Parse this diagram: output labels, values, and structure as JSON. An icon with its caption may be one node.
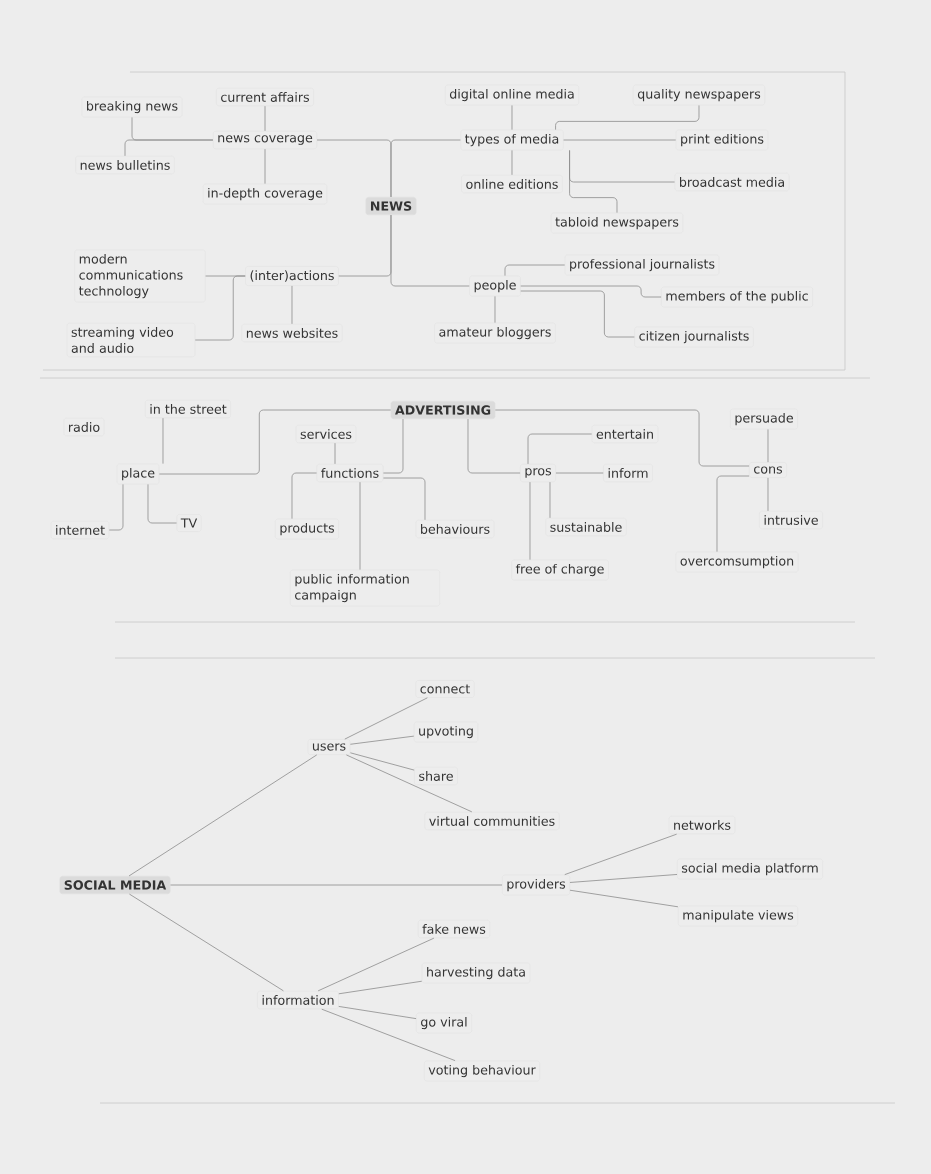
{
  "diagram": {
    "nodes": [
      {
        "text": [
          "NEWS"
        ]
      },
      {
        "text": [
          "news coverage"
        ]
      },
      {
        "text": [
          "breaking news"
        ]
      },
      {
        "text": [
          "current affairs"
        ]
      },
      {
        "text": [
          "news bulletins"
        ]
      },
      {
        "text": [
          "in-depth coverage"
        ]
      },
      {
        "text": [
          "(inter)actions"
        ]
      },
      {
        "text": [
          "modern communications technology"
        ]
      },
      {
        "text": [
          "streaming video and audio"
        ]
      },
      {
        "text": [
          "news websites"
        ]
      },
      {
        "text": [
          "types of media"
        ]
      },
      {
        "text": [
          "digital online media"
        ]
      },
      {
        "text": [
          "quality newspapers"
        ]
      },
      {
        "text": [
          "print editions"
        ]
      },
      {
        "text": [
          "broadcast media"
        ]
      },
      {
        "text": [
          "online editions"
        ]
      },
      {
        "text": [
          "tabloid newspapers"
        ]
      },
      {
        "text": [
          "people"
        ]
      },
      {
        "text": [
          "professional journalists"
        ]
      },
      {
        "text": [
          "members of the public"
        ]
      },
      {
        "text": [
          "amateur bloggers"
        ]
      },
      {
        "text": [
          "citizen journalists"
        ]
      },
      {
        "text": [
          "ADVERTISING"
        ]
      },
      {
        "text": [
          "place"
        ]
      },
      {
        "text": [
          "in the street"
        ]
      },
      {
        "text": [
          "radio"
        ]
      },
      {
        "text": [
          "internet"
        ]
      },
      {
        "text": [
          "TV"
        ]
      },
      {
        "text": [
          "functions"
        ]
      },
      {
        "text": [
          "services"
        ]
      },
      {
        "text": [
          "products"
        ]
      },
      {
        "text": [
          "behaviours"
        ]
      },
      {
        "text": [
          "public information campaign"
        ]
      },
      {
        "text": [
          "pros"
        ]
      },
      {
        "text": [
          "entertain"
        ]
      },
      {
        "text": [
          "inform"
        ]
      },
      {
        "text": [
          "sustainable"
        ]
      },
      {
        "text": [
          "free of charge"
        ]
      },
      {
        "text": [
          "cons"
        ]
      },
      {
        "text": [
          "persuade"
        ]
      },
      {
        "text": [
          "intrusive"
        ]
      },
      {
        "text": [
          "overcomsumption"
        ]
      },
      {
        "text": [
          "SOCIAL MEDIA"
        ]
      },
      {
        "text": [
          "users"
        ]
      },
      {
        "text": [
          "connect"
        ]
      },
      {
        "text": [
          "upvoting"
        ]
      },
      {
        "text": [
          "share"
        ]
      },
      {
        "text": [
          "virtual communities"
        ]
      },
      {
        "text": [
          "providers"
        ]
      },
      {
        "text": [
          "networks"
        ]
      },
      {
        "text": [
          "social media platform"
        ]
      },
      {
        "text": [
          "manipulate views"
        ]
      },
      {
        "text": [
          "information"
        ]
      },
      {
        "text": [
          "fake news"
        ]
      },
      {
        "text": [
          "harvesting data"
        ]
      },
      {
        "text": [
          "go viral"
        ]
      },
      {
        "text": [
          "voting behaviour"
        ]
      }
    ],
    "edges": [
      {
        "from": 0,
        "to": 1,
        "arrow": "none"
      },
      {
        "from": 1,
        "to": 2,
        "arrow": "none"
      },
      {
        "from": 1,
        "to": 3,
        "arrow": "none"
      },
      {
        "from": 1,
        "to": 4,
        "arrow": "none"
      },
      {
        "from": 1,
        "to": 5,
        "arrow": "none"
      },
      {
        "from": 0,
        "to": 6,
        "arrow": "none"
      },
      {
        "from": 6,
        "to": 7,
        "arrow": "none"
      },
      {
        "from": 6,
        "to": 8,
        "arrow": "none"
      },
      {
        "from": 6,
        "to": 9,
        "arrow": "none"
      },
      {
        "from": 0,
        "to": 10,
        "arrow": "none"
      },
      {
        "from": 10,
        "to": 11,
        "arrow": "none"
      },
      {
        "from": 10,
        "to": 12,
        "arrow": "none"
      },
      {
        "from": 10,
        "to": 13,
        "arrow": "none"
      },
      {
        "from": 10,
        "to": 14,
        "arrow": "none"
      },
      {
        "from": 10,
        "to": 15,
        "arrow": "none"
      },
      {
        "from": 10,
        "to": 16,
        "arrow": "none"
      },
      {
        "from": 0,
        "to": 17,
        "arrow": "none"
      },
      {
        "from": 17,
        "to": 18,
        "arrow": "none"
      },
      {
        "from": 17,
        "to": 19,
        "arrow": "none"
      },
      {
        "from": 17,
        "to": 20,
        "arrow": "none"
      },
      {
        "from": 17,
        "to": 21,
        "arrow": "none"
      },
      {
        "from": 22,
        "to": 23,
        "arrow": "none"
      },
      {
        "from": 22,
        "to": 28,
        "arrow": "none"
      },
      {
        "from": 22,
        "to": 33,
        "arrow": "none"
      },
      {
        "from": 22,
        "to": 38,
        "arrow": "none"
      },
      {
        "from": 23,
        "to": 24,
        "arrow": "none"
      },
      {
        "from": 23,
        "to": 26,
        "arrow": "none"
      },
      {
        "from": 23,
        "to": 27,
        "arrow": "none"
      },
      {
        "from": 28,
        "to": 29,
        "arrow": "none"
      },
      {
        "from": 28,
        "to": 30,
        "arrow": "none"
      },
      {
        "from": 28,
        "to": 31,
        "arrow": "none"
      },
      {
        "from": 28,
        "to": 32,
        "arrow": "none"
      },
      {
        "from": 33,
        "to": 34,
        "arrow": "none"
      },
      {
        "from": 33,
        "to": 35,
        "arrow": "none"
      },
      {
        "from": 33,
        "to": 36,
        "arrow": "none"
      },
      {
        "from": 33,
        "to": 37,
        "arrow": "none"
      },
      {
        "from": 38,
        "to": 39,
        "arrow": "none"
      },
      {
        "from": 38,
        "to": 40,
        "arrow": "none"
      },
      {
        "from": 38,
        "to": 41,
        "arrow": "none"
      },
      {
        "from": 42,
        "to": 43,
        "arrow": "none"
      },
      {
        "from": 43,
        "to": 44,
        "arrow": "none"
      },
      {
        "from": 43,
        "to": 45,
        "arrow": "none"
      },
      {
        "from": 43,
        "to": 46,
        "arrow": "none"
      },
      {
        "from": 43,
        "to": 47,
        "arrow": "none"
      },
      {
        "from": 42,
        "to": 48,
        "arrow": "none"
      },
      {
        "from": 48,
        "to": 49,
        "arrow": "none"
      },
      {
        "from": 48,
        "to": 50,
        "arrow": "none"
      },
      {
        "from": 48,
        "to": 51,
        "arrow": "none"
      },
      {
        "from": 42,
        "to": 52,
        "arrow": "none"
      },
      {
        "from": 52,
        "to": 53,
        "arrow": "none"
      },
      {
        "from": 52,
        "to": 54,
        "arrow": "none"
      },
      {
        "from": 52,
        "to": 55,
        "arrow": "none"
      },
      {
        "from": 52,
        "to": 56,
        "arrow": "none"
      }
    ]
  }
}
